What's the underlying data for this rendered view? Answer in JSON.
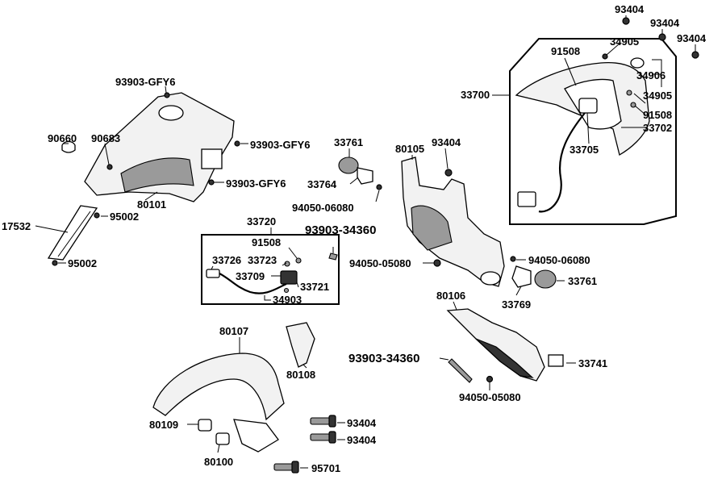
{
  "labels": {
    "p93404_a": "93404",
    "p93404_b": "93404",
    "p93404_c": "93404",
    "p34905_a": "34905",
    "p91508_a": "91508",
    "p34906": "34906",
    "p34905_b": "34905",
    "p91508_b": "91508",
    "p33702": "33702",
    "p33700": "33700",
    "p33705": "33705",
    "p93903_gfy6_a": "93903-GFY6",
    "p93903_gfy6_b": "93903-GFY6",
    "p93903_gfy6_c": "93903-GFY6",
    "p90660": "90660",
    "p90683": "90683",
    "p80101": "80101",
    "p95002_a": "95002",
    "p17532": "17532",
    "p95002_b": "95002",
    "p33761_a": "33761",
    "p33764": "33764",
    "p94050_06080_a": "94050-06080",
    "p80105": "80105",
    "p93404_d": "93404",
    "p33720": "33720",
    "p93903_34360_a": "93903-34360",
    "p91508_c": "91508",
    "p33726": "33726",
    "p33723": "33723",
    "p33709": "33709",
    "p33721": "33721",
    "p34903": "34903",
    "p94050_05080_a": "94050-05080",
    "p94050_06080_b": "94050-06080",
    "p33761_b": "33761",
    "p33769": "33769",
    "p80106": "80106",
    "p80107": "80107",
    "p80108": "80108",
    "p93903_34360_b": "93903-34360",
    "p33741": "33741",
    "p94050_05080_b": "94050-05080",
    "p80109": "80109",
    "p93404_e": "93404",
    "p93404_f": "93404",
    "p80100": "80100",
    "p95701": "95701"
  }
}
